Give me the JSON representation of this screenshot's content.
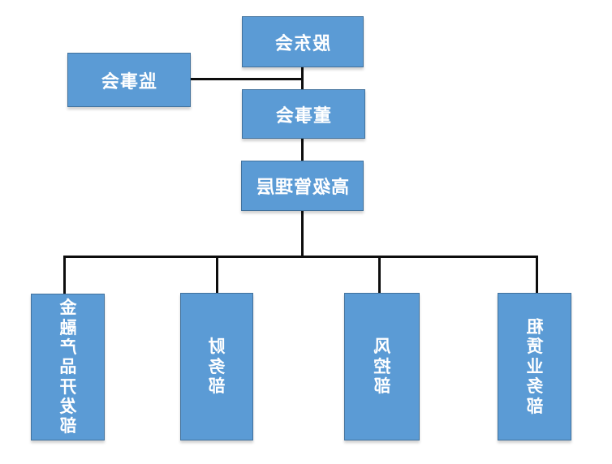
{
  "diagram": {
    "type": "org-chart",
    "nodes": {
      "shareholders": {
        "label": "股东会"
      },
      "supervisory": {
        "label": "监事会"
      },
      "board": {
        "label": "董事会"
      },
      "senior_management": {
        "label": "高级管理层"
      },
      "product_dev": {
        "label": "金融产品开发部"
      },
      "finance": {
        "label": "财务部"
      },
      "risk_control": {
        "label": "风控部"
      },
      "leasing": {
        "label": "租赁业务部"
      }
    },
    "edges": [
      {
        "from": "shareholders",
        "to": "board"
      },
      {
        "from": "supervisory",
        "to": "board"
      },
      {
        "from": "board",
        "to": "senior_management"
      },
      {
        "from": "senior_management",
        "to": "product_dev"
      },
      {
        "from": "senior_management",
        "to": "finance"
      },
      {
        "from": "senior_management",
        "to": "risk_control"
      },
      {
        "from": "senior_management",
        "to": "leasing"
      }
    ],
    "colors": {
      "box_fill": "#5B9BD5",
      "box_border": "#41719C",
      "box_text": "#FFFFFF",
      "line": "#0D0D0D",
      "background": "#FFFFFF"
    }
  }
}
